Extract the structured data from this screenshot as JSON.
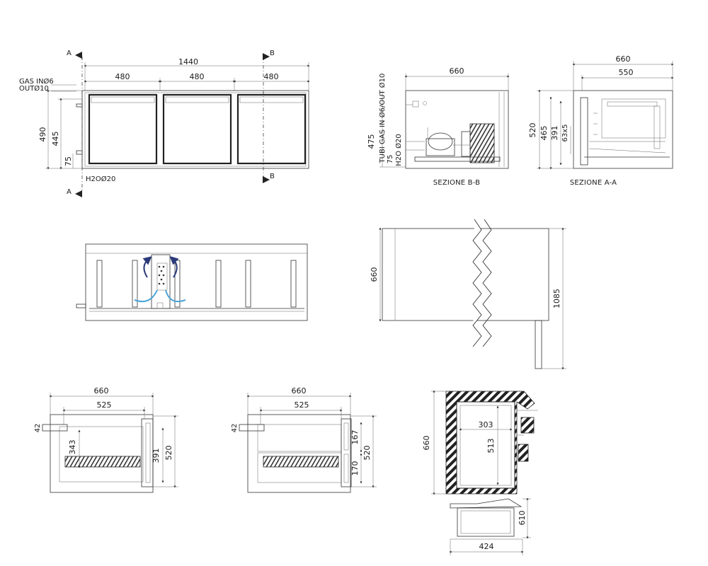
{
  "overall_dimensions": {
    "length": "1440",
    "section_width": "480",
    "height": "490",
    "leg_height": "445",
    "bottom_offset": "75",
    "depth": "660",
    "inner_depth": "550",
    "section_height": "520",
    "inner_height_465": "465",
    "inner_height_391": "391",
    "shelf_pitch": "63x5",
    "side_475": "475",
    "side_75": "75",
    "depth_1085": "1085"
  },
  "connection_labels": {
    "gas": "GAS INØ6",
    "out": "OUTØ10",
    "h2o": "H2OØ20",
    "tubi": "TUBI GAS IN Ø6/OUT Ø10",
    "h2o_side": "H2O Ø20"
  },
  "section_markers": {
    "a": "A",
    "b": "B"
  },
  "section_titles": {
    "bb": "SEZIONE B-B",
    "aa": "SEZIONE A-A"
  },
  "bottom_views": {
    "left": {
      "depth": "660",
      "inner": "525",
      "top": "42",
      "drawer": "343",
      "h391": "391",
      "h520": "520"
    },
    "mid": {
      "depth": "660",
      "inner": "525",
      "top": "42",
      "d167": "167",
      "d170": "170",
      "h520": "520"
    },
    "right": {
      "depth": "660",
      "w303": "303",
      "h513": "513",
      "h610": "610",
      "w424": "424"
    }
  },
  "plan_view": {
    "depth": "660",
    "length": "1085"
  },
  "colors": {
    "line": "#222222",
    "arrow": "#2a3a7a",
    "airflow": "#4aa3d8"
  }
}
